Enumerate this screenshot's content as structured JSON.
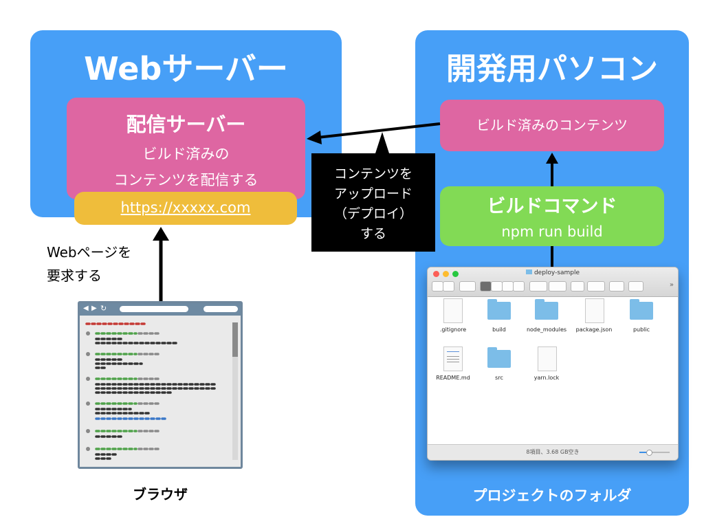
{
  "web_server": {
    "title": "Webサーバー",
    "delivery_box": {
      "title": "配信サーバー",
      "line1": "ビルド済みの",
      "line2": "コンテンツを配信する"
    },
    "url": "https://xxxxx.com"
  },
  "dev_pc": {
    "title": "開発用パソコン",
    "built_contents": "ビルド済みのコンテンツ",
    "build_command": {
      "title": "ビルドコマンド",
      "command": "npm run build"
    },
    "folder_label": "プロジェクトのフォルダ"
  },
  "upload_note": {
    "line1": "コンテンツを",
    "line2": "アップロード",
    "line3": "（デプロイ）",
    "line4": "する"
  },
  "request_note": {
    "line1": "Webページを",
    "line2": "要求する"
  },
  "browser_label": "ブラウザ",
  "finder": {
    "title": "deploy-sample",
    "files": [
      {
        "name": ".gitignore",
        "kind": "doc"
      },
      {
        "name": "build",
        "kind": "folder"
      },
      {
        "name": "node_modules",
        "kind": "folder"
      },
      {
        "name": "package.json",
        "kind": "doc"
      },
      {
        "name": "public",
        "kind": "folder"
      },
      {
        "name": "README.md",
        "kind": "doc"
      },
      {
        "name": "src",
        "kind": "folder"
      },
      {
        "name": "yarn.lock",
        "kind": "doc"
      }
    ],
    "status": "8項目、3.68 GB空き"
  },
  "colors": {
    "panel": "#479ff7",
    "pink": "#de66a2",
    "green": "#82da55",
    "yellow": "#efbd3b",
    "note_bg": "#000000"
  }
}
